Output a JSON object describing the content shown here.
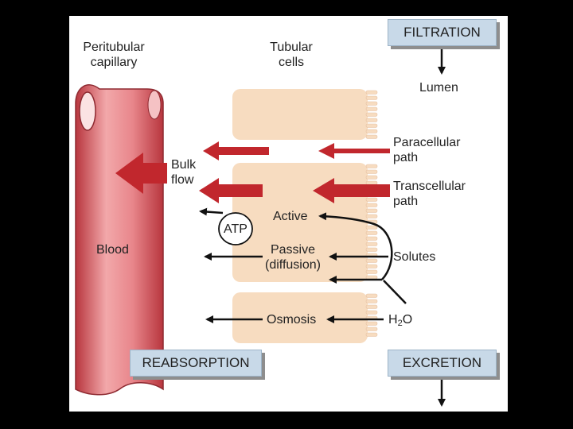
{
  "labels": {
    "peritubular": [
      "Peritubular",
      "capillary"
    ],
    "tubular": [
      "Tubular",
      "cells"
    ],
    "lumen": "Lumen",
    "paracellular": [
      "Paracellular",
      "path"
    ],
    "transcellular": [
      "Transcellular",
      "path"
    ],
    "bulk": [
      "Bulk",
      "flow"
    ],
    "blood": "Blood",
    "atp": "ATP",
    "active": "Active",
    "passive": [
      "Passive",
      "(diffusion)"
    ],
    "solutes": "Solutes",
    "osmosis": "Osmosis",
    "h2o_main": "H",
    "h2o_sub": "2",
    "h2o_end": "O"
  },
  "boxes": {
    "filtration": "FILTRATION",
    "reabsorption": "REABSORPTION",
    "excretion": "EXCRETION"
  },
  "colors": {
    "red_arrow": "#c1272d",
    "vessel": "#e3747a",
    "cell": "#f7dcc0",
    "box": "#c8d9e8"
  }
}
